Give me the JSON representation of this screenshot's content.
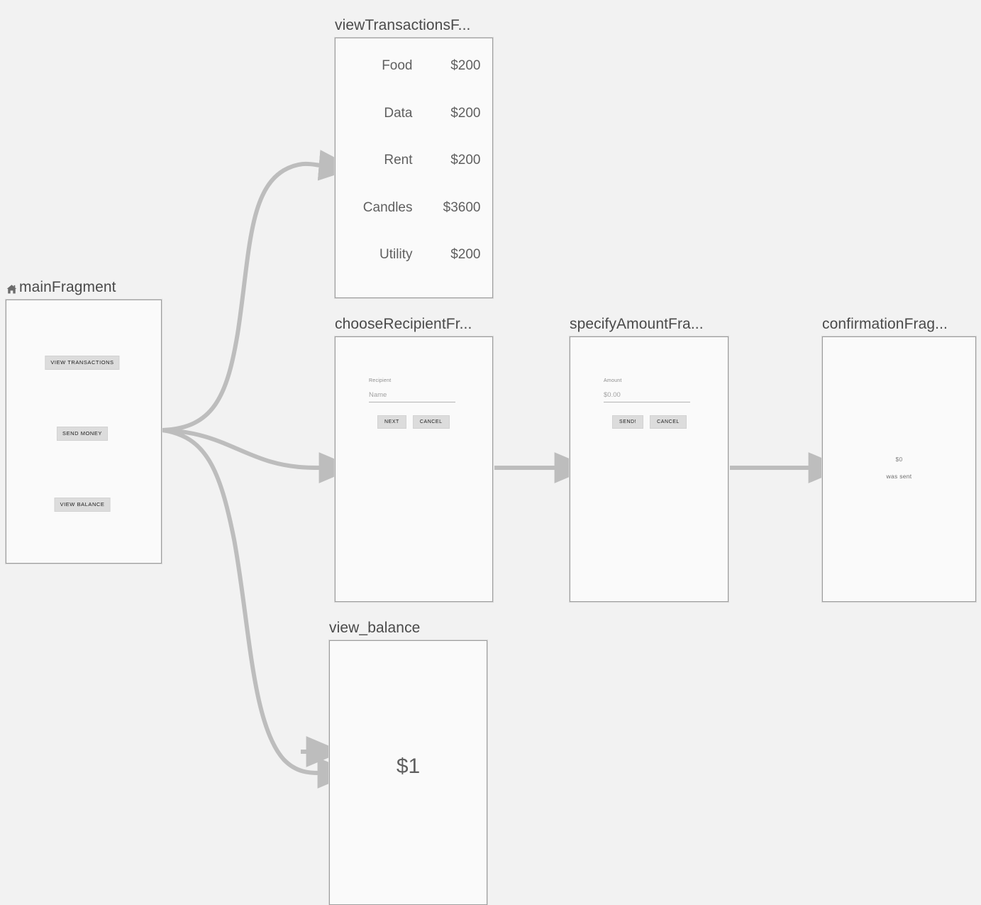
{
  "canvas": {
    "background_color": "#f2f2f2",
    "node_fill_color": "#fafafa",
    "node_border_color": "#9e9e9e",
    "edge_color": "#bdbdbd",
    "button_fill_color": "#dcdcdc"
  },
  "nodes": {
    "main": {
      "label": "mainFragment",
      "icon": "home-icon",
      "is_start_destination": true,
      "buttons": [
        {
          "label": "VIEW TRANSACTIONS"
        },
        {
          "label": "SEND MONEY"
        },
        {
          "label": "VIEW BALANCE"
        }
      ]
    },
    "view_transactions": {
      "label": "viewTransactionsF...",
      "full_label": "viewTransactionsFragment",
      "rows": [
        {
          "name": "Food",
          "amount": "$200"
        },
        {
          "name": "Data",
          "amount": "$200"
        },
        {
          "name": "Rent",
          "amount": "$200"
        },
        {
          "name": "Candles",
          "amount": "$3600"
        },
        {
          "name": "Utility",
          "amount": "$200"
        }
      ]
    },
    "choose_recipient": {
      "label": "chooseRecipientFr...",
      "full_label": "chooseRecipientFragment",
      "caption": "Recipient",
      "input_placeholder": "Name",
      "input_value": "",
      "primary_button": "NEXT",
      "secondary_button": "CANCEL"
    },
    "specify_amount": {
      "label": "specifyAmountFra...",
      "full_label": "specifyAmountFragment",
      "caption": "Amount",
      "input_placeholder": "$0.00",
      "input_value": "",
      "primary_button": "SEND!",
      "secondary_button": "CANCEL"
    },
    "confirmation": {
      "label": "confirmationFrag...",
      "full_label": "confirmationFragment",
      "amount": "$0",
      "message": "was sent"
    },
    "view_balance": {
      "label": "view_balance",
      "balance": "$1"
    }
  },
  "edges": [
    {
      "from": "mainFragment",
      "to": "viewTransactionsFragment"
    },
    {
      "from": "mainFragment",
      "to": "chooseRecipientFragment"
    },
    {
      "from": "mainFragment",
      "to": "view_balance"
    },
    {
      "from": "mainFragment",
      "to": "view_balance"
    },
    {
      "from": "chooseRecipientFragment",
      "to": "specifyAmountFragment"
    },
    {
      "from": "specifyAmountFragment",
      "to": "confirmationFragment"
    }
  ]
}
